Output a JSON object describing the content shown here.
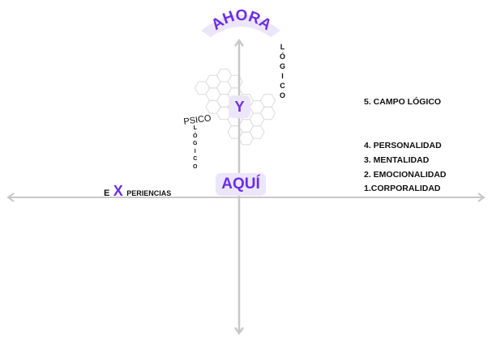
{
  "top_label": "AHORA",
  "center_label": "Y",
  "origin_label": "AQUÍ",
  "x_axis_label": {
    "prefix": "E",
    "letter": "X",
    "suffix": "PERIENCIAS"
  },
  "psico_label": "PSICO",
  "logico_small": [
    "L",
    "Ó",
    "G",
    "I",
    "C",
    "O"
  ],
  "logico_right": [
    "L",
    "Ó",
    "G",
    "I",
    "C",
    "O"
  ],
  "fields": {
    "campo": "5. CAMPO LÓGICO",
    "items": [
      "4. PERSONALIDAD",
      "3. MENTALIDAD",
      "2. EMOCIONALIDAD",
      "1.CORPORALIDAD"
    ]
  },
  "colors": {
    "accent": "#6a2ee8",
    "badge_bg": "#ece6fb",
    "axis": "#c8c8c8",
    "hex": "#dcdcdc"
  }
}
